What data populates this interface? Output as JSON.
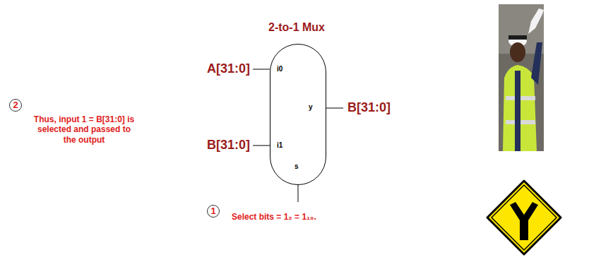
{
  "diagram": {
    "title": "2-to-1 Mux",
    "nodes": [
      {
        "text": [
          "i0",
          "i1",
          "y",
          "s"
        ]
      }
    ],
    "labels": [
      "A[31:0]",
      "B[31:0]",
      "B[31:0]",
      "2",
      "Thus, input 1 = B[31:0] is selected and passed to the output",
      "1",
      "Select bits = 1₂ = 1₁₀."
    ]
  }
}
